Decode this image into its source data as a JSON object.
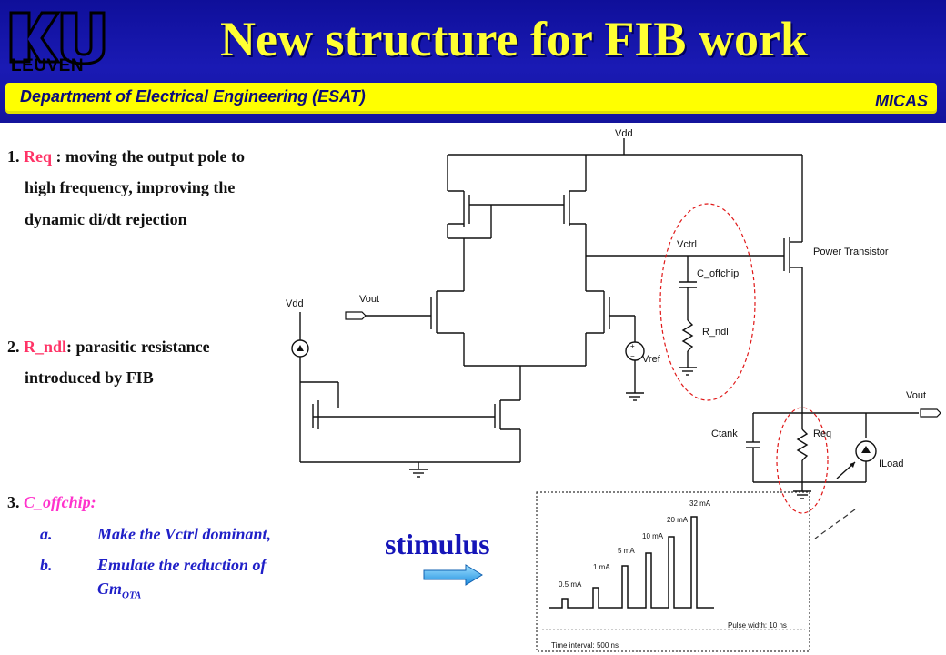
{
  "header": {
    "logo_text": "LEUVEN",
    "title": "New structure for FIB work",
    "department": "Department of Electrical Engineering (ESAT)",
    "group": "MICAS"
  },
  "notes": {
    "item1": {
      "num": "1.",
      "key": "Req",
      "text_line1": " :  moving the output pole to",
      "text_line2": "high frequency, improving the",
      "text_line3": "dynamic di/dt rejection"
    },
    "item2": {
      "num": "2.",
      "key": "R_ndl",
      "text_line1": ":  parasitic resistance",
      "text_line2": "introduced by FIB"
    },
    "item3": {
      "num": "3.",
      "key": "C_offchip:",
      "sub_a_marker": "a.",
      "sub_a": "Make the Vctrl dominant,",
      "sub_b_marker": "b.",
      "sub_b": "Emulate the reduction of",
      "sub_b_cont": "Gm",
      "sub_b_sub": "OTA"
    }
  },
  "stimulus_label": "stimulus",
  "circuit": {
    "vdd_top": "Vdd",
    "vdd_left": "Vdd",
    "vout_left": "Vout",
    "vout_right": "Vout",
    "vctrl": "Vctrl",
    "c_offchip": "C_offchip",
    "r_ndl": "R_ndl",
    "vref": "Vref",
    "power_transistor": "Power Transistor",
    "ctank": "Ctank",
    "req": "Req",
    "iload": "ILoad"
  },
  "pulse_plot": {
    "labels": [
      "0.5 mA",
      "1 mA",
      "5 mA",
      "10 mA",
      "20 mA",
      "32 mA"
    ],
    "time_interval": "Time interval: 500 ns",
    "pulse_width": "Pulse width: 10 ns"
  },
  "colors": {
    "header": "#1a1ab4",
    "title": "#ffff33",
    "bar": "#ffff00",
    "highlight_red": "#ff3366",
    "note_blue": "#2020c8"
  }
}
